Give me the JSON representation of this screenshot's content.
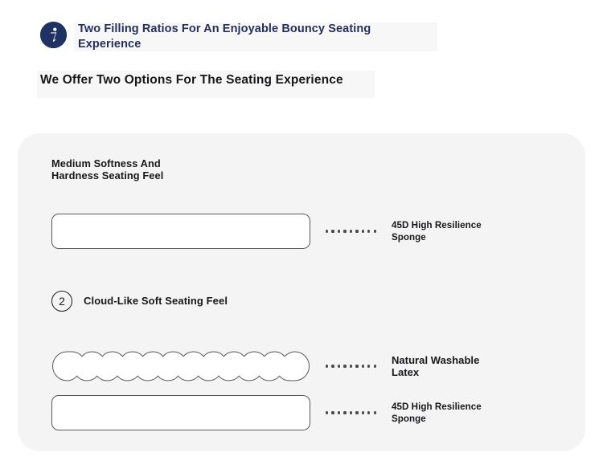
{
  "header": {
    "icon": "info-icon",
    "title": "Two Filling Ratios For An Enjoyable Bouncy Seating Experience",
    "icon_glyph": "i",
    "icon_color": "#1f3263",
    "title_color": "#24305a"
  },
  "sub_heading": "We Offer Two Options For The Seating Experience",
  "card": {
    "background_color": "#f4f4f5",
    "options": [
      {
        "badge": "",
        "badge_visible": false,
        "title": "Medium Softness And\nHardness Seating Feel",
        "layers": [
          {
            "shape": "rounded-rectangle",
            "label": "45D High Resilience\nSponge",
            "dot_count": 9,
            "emphasis": false
          }
        ]
      },
      {
        "badge": "2",
        "badge_visible": true,
        "title": "Cloud-Like Soft Seating Feel",
        "layers": [
          {
            "shape": "cloud-scallop",
            "label": "Natural Washable\nLatex",
            "dot_count": 9,
            "emphasis": true
          },
          {
            "shape": "rounded-rectangle",
            "label": "45D High Resilience\nSponge",
            "dot_count": 9,
            "emphasis": false
          }
        ]
      }
    ]
  },
  "colors": {
    "page_background": "#ffffff",
    "card_background": "#f4f4f5",
    "slab_fill": "#ffffff",
    "slab_stroke": "#58585c",
    "text_primary": "#18181b",
    "accent_navy": "#1f3263",
    "dot_color": "#4a4a4f"
  }
}
